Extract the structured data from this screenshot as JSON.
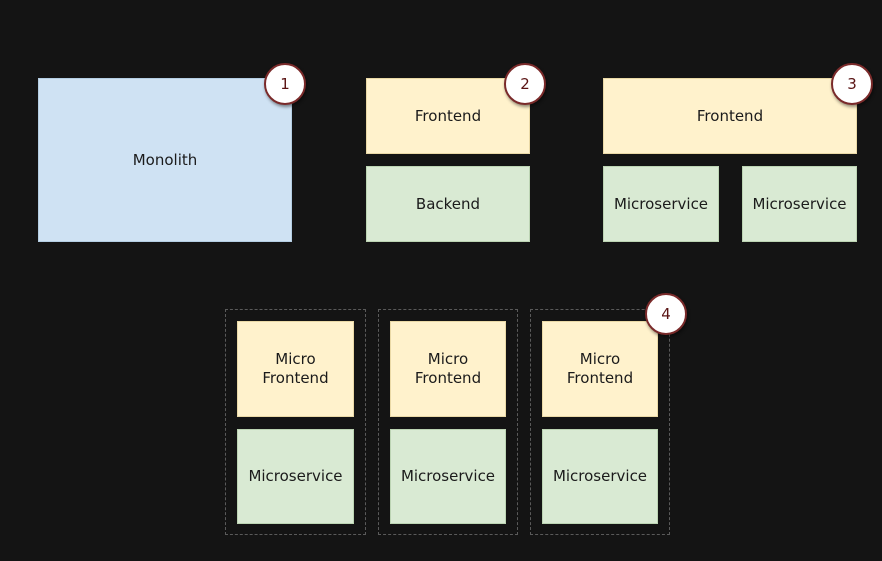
{
  "diagram": {
    "monolith": "Monolith",
    "frontend": "Frontend",
    "backend": "Backend",
    "microservice": "Microservice",
    "micro_frontend": "Micro\nFrontend",
    "badges": [
      "1",
      "2",
      "3",
      "4"
    ]
  },
  "colors": {
    "monolith": "#cfe2f3",
    "frontend": "#fff2cc",
    "service": "#d9ead3",
    "badge_border": "#7a2a2a",
    "background": "#141414"
  }
}
